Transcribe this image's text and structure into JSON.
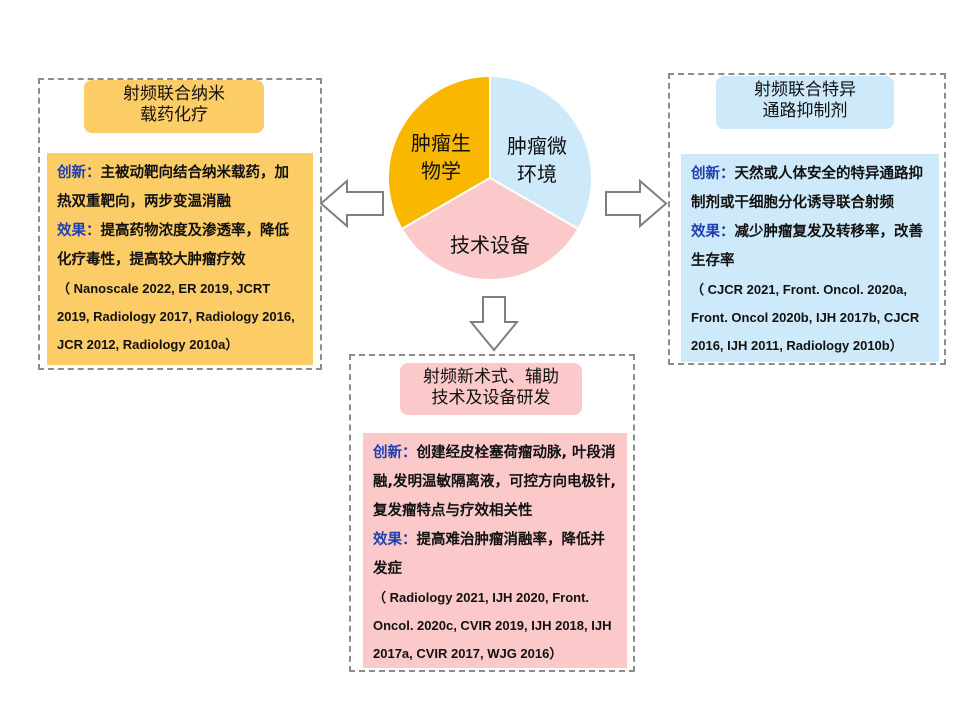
{
  "center": {
    "segments": [
      {
        "key": "tumor_biology",
        "lines": [
          "肿瘤生",
          "物学"
        ],
        "color": "#f9b700"
      },
      {
        "key": "microenvironment",
        "lines": [
          "肿瘤微",
          "环境"
        ],
        "color": "#cde9fa"
      },
      {
        "key": "technology",
        "lines": [
          "技术设备"
        ],
        "color": "#fbc9c9"
      }
    ]
  },
  "left": {
    "tag_lines": [
      "射频联合纳米",
      "载药化疗"
    ],
    "innovation_label": "创新：",
    "innovation_text": "主被动靶向结合纳米载药，加热双重靶向，两步变温消融",
    "effect_label": "效果：",
    "effect_text": "提高药物浓度及渗透率，降低化疗毒性，提高较大肿瘤疗效",
    "citation": "（ Nanoscale 2022, ER 2019, JCRT 2019, Radiology 2017, Radiology 2016, JCR 2012, Radiology 2010a）",
    "colors": {
      "tag": "#fccc66",
      "box": "#fccc66"
    }
  },
  "right": {
    "tag_lines": [
      "射频联合特异",
      "通路抑制剂"
    ],
    "innovation_label": "创新：",
    "innovation_text": "天然或人体安全的特异通路抑制剂或干细胞分化诱导联合射频",
    "effect_label": "效果：",
    "effect_text": "减少肿瘤复发及转移率，改善生存率",
    "citation": "（ CJCR 2021, Front. Oncol. 2020a, Front. Oncol 2020b, IJH 2017b, CJCR 2016, IJH 2011, Radiology 2010b）",
    "colors": {
      "tag": "#cde9fa",
      "box": "#cde9fa"
    }
  },
  "bottom": {
    "tag_lines": [
      "射频新术式、辅助",
      "技术及设备研发"
    ],
    "innovation_label": "创新：",
    "innovation_text": "创建经皮栓塞荷瘤动脉, 叶段消融,发明温敏隔离液，可控方向电极针, 复发瘤特点与疗效相关性",
    "effect_label": "效果：",
    "effect_text": "提高难治肿瘤消融率，降低并发症",
    "citation": "（ Radiology 2021, IJH 2020, Front. Oncol. 2020c, CVIR 2019, IJH 2018, IJH 2017a, CVIR 2017, WJG 2016）",
    "colors": {
      "tag": "#fbc9c9",
      "box": "#fbc9c9"
    }
  },
  "arrows": [
    "left",
    "right",
    "down"
  ]
}
